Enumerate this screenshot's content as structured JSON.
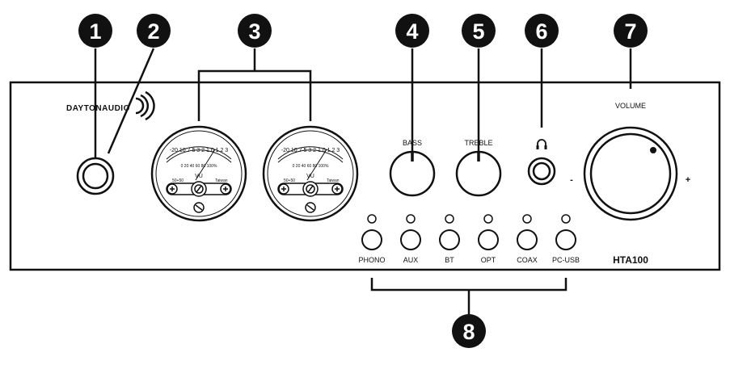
{
  "brand": {
    "text": "DAYTONAUDIO"
  },
  "model": "HTA100",
  "callouts": [
    "1",
    "2",
    "3",
    "4",
    "5",
    "6",
    "7",
    "8"
  ],
  "controls": {
    "bass_label": "BASS",
    "treble_label": "TREBLE",
    "volume_label": "VOLUME",
    "volume_minus": "-",
    "volume_plus": "+"
  },
  "inputs": [
    "PHONO",
    "AUX",
    "BT",
    "OPT",
    "COAX",
    "PC-USB"
  ],
  "vu_meter": {
    "label": "VU",
    "scale_top": "-20 10 7  5  3 2 1 0  1  2  3",
    "scale_bottom": "0  20  40  60  80  100%",
    "left_mark": "50+50",
    "right_mark": "Taiwan"
  }
}
